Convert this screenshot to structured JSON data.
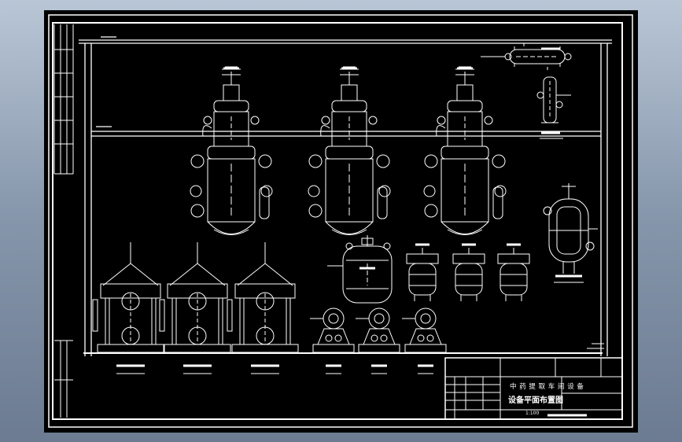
{
  "colors": {
    "line": "#ffffff",
    "paper": "#000000",
    "backdrop": "#8898ad"
  },
  "title_block": {
    "title_line_1": "中 药 提 取 车 间 设 备",
    "title_line_2": "设备平面布置图",
    "scale": "1:100"
  }
}
